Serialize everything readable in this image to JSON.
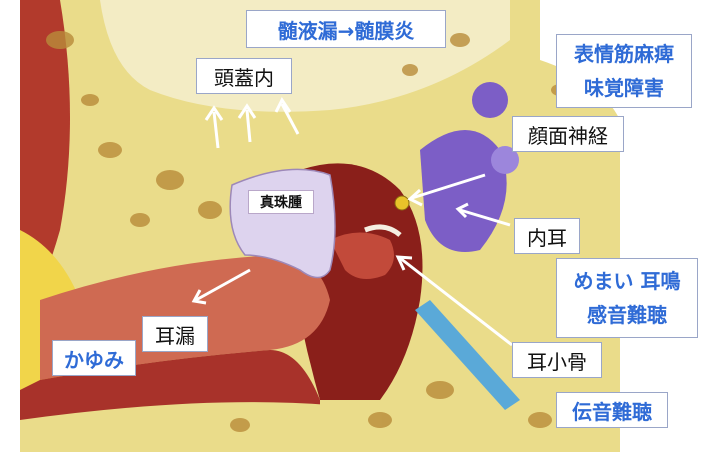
{
  "labels": {
    "csf_leak_meningitis": "髄液漏→髄膜炎",
    "intracranial": "頭蓋内",
    "cholesteatoma": "真珠腫",
    "facial_nerve": "顔面神経",
    "facial_palsy_line1": "表情筋麻痺",
    "facial_palsy_line2": "味覚障害",
    "inner_ear": "内耳",
    "vertigo_tinnitus": "めまい 耳鳴",
    "sensorineural_hearing_loss": "感音難聴",
    "ossicles": "耳小骨",
    "conductive_hearing_loss": "伝音難聴",
    "otorrhea": "耳漏",
    "itching": "かゆみ"
  },
  "colors": {
    "bone": "#eadc8a",
    "bone_pores": "#b98c3a",
    "flesh": "#b23a2c",
    "canal": "#cf6a52",
    "cholesteatoma": "#ddd3ee",
    "inner_ear": "#7c5ec6",
    "blue_text": "#2f6bd6",
    "arrow": "#ffffff"
  }
}
